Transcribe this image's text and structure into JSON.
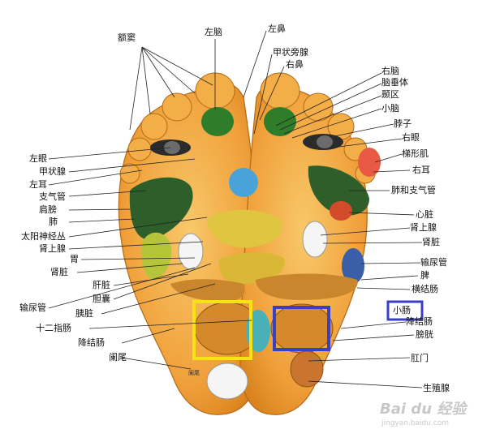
{
  "labels": {
    "top": {
      "forehead_sinus": "额窦",
      "left_brain": "左脑",
      "left_nose": "左鼻",
      "parathyroid": "甲状旁腺",
      "right_nose": "右鼻"
    },
    "left": {
      "left_eye": "左眼",
      "thyroid": "甲状腺",
      "left_ear": "左耳",
      "bronchus": "支气管",
      "shoulder": "肩膀",
      "lung": "肺",
      "solar_plexus": "太阳神经丛",
      "adrenal": "肾上腺",
      "stomach": "胃",
      "kidney": "肾脏",
      "liver": "肝脏",
      "gallbladder": "胆囊",
      "ureter": "输尿管",
      "pancreas": "胰脏",
      "duodenum": "十二指肠",
      "descending_colon_left": "降结肠",
      "appendix": "阑尾"
    },
    "right": {
      "right_brain": "右脑",
      "pituitary": "脑垂体",
      "temple": "颞区",
      "cerebellum": "小脑",
      "neck": "脖子",
      "right_eye": "右眼",
      "trapezius": "梯形肌",
      "right_ear": "右耳",
      "lung_bronchus": "肺和支气管",
      "heart": "心脏",
      "adrenal": "肾上腺",
      "kidney": "肾脏",
      "ureter": "输尿管",
      "spleen": "脾",
      "transverse_colon": "横结肠",
      "small_intestine": "小肠",
      "descending_colon": "降结肠",
      "bladder": "膀胱",
      "anus": "肛门",
      "reproductive": "生殖腺"
    },
    "watermark": "Bai du 经验",
    "watermark_url": "jingyan.baidu.com"
  },
  "colors": {
    "foot_skin": "#f2a23a",
    "highlight_left_box": "#f5e313",
    "highlight_right_box": "#3b3fc4"
  }
}
